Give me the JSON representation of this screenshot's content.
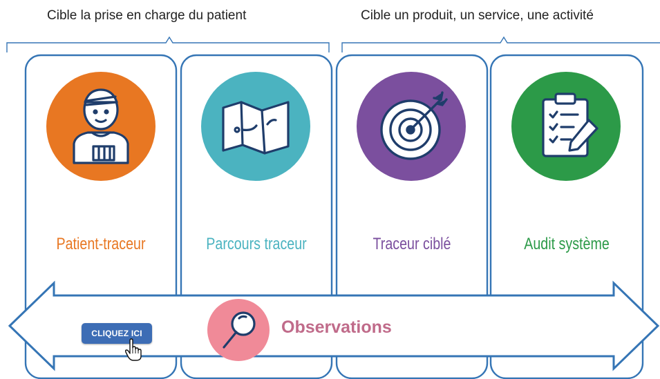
{
  "groups": [
    {
      "label": "Cible la prise en charge du patient"
    },
    {
      "label": "Cible un produit, un service, une activité"
    }
  ],
  "cards": [
    {
      "label": "Patient-traceur",
      "color": "#e87722",
      "icon": "patient-icon"
    },
    {
      "label": "Parcours traceur",
      "color": "#4bb3c0",
      "icon": "map-icon"
    },
    {
      "label": "Traceur ciblé",
      "color": "#7b4f9e",
      "icon": "target-icon"
    },
    {
      "label": "Audit système",
      "color": "#2c9a48",
      "icon": "clipboard-icon"
    }
  ],
  "observations": {
    "label": "Observations",
    "color": "#c06b8a",
    "circle_color": "#f08a98",
    "icon": "magnifier-icon"
  },
  "cta": {
    "label": "CLIQUEZ ICI",
    "color": "#3d6db5"
  },
  "colors": {
    "frame": "#3575b5"
  }
}
